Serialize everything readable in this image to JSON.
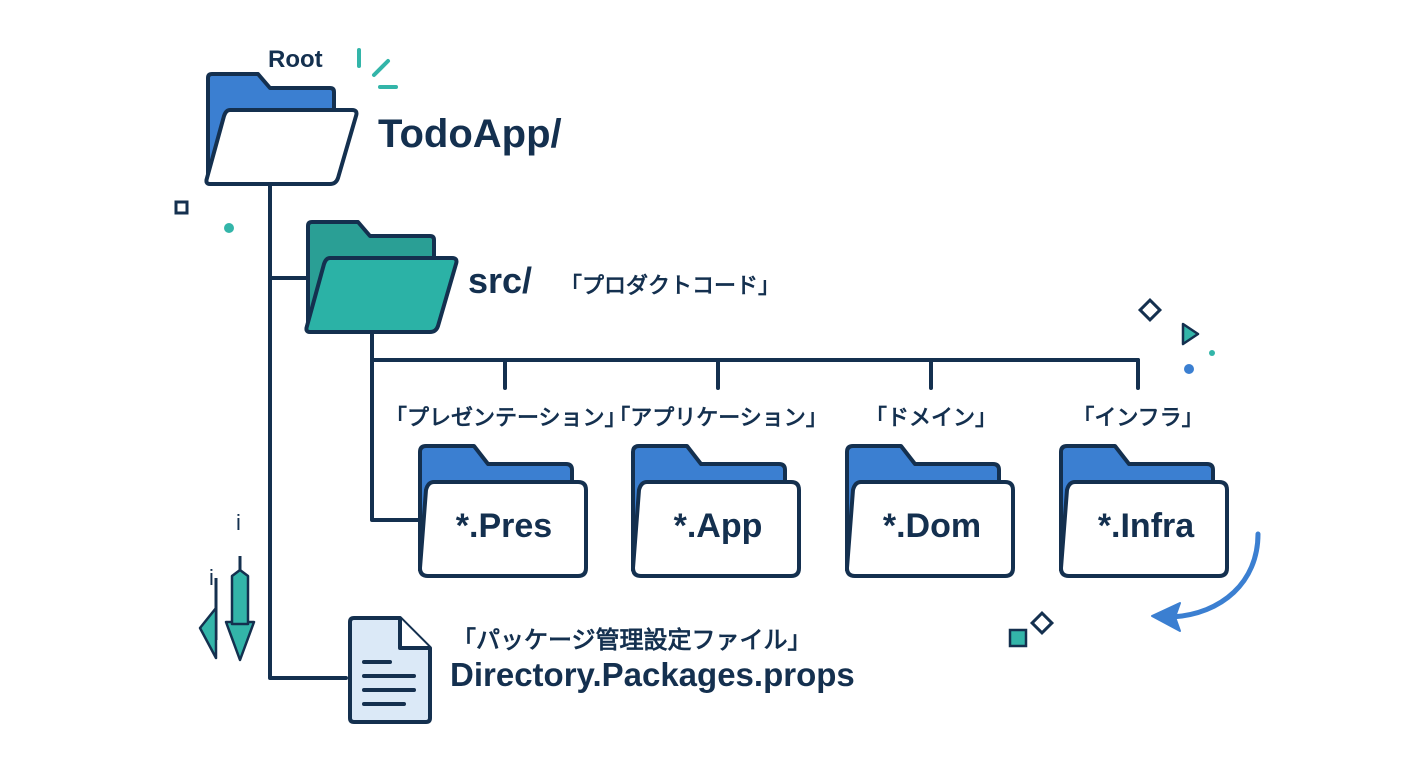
{
  "root": {
    "label": "Root",
    "name": "TodoApp/",
    "icon": "folder-open-icon"
  },
  "src": {
    "name": "src/",
    "description": "「プロダクトコード」",
    "icon": "folder-open-icon"
  },
  "layers": [
    {
      "description": "「プレゼンテーション」",
      "name": "*.Pres"
    },
    {
      "description": "「アプリケーション」",
      "name": "*.App"
    },
    {
      "description": "「ドメイン」",
      "name": "*.Dom"
    },
    {
      "description": "「インフラ」",
      "name": "*.Infra"
    }
  ],
  "file": {
    "description": "「パッケージ管理設定ファイル」",
    "name": "Directory.Packages.props",
    "icon": "document-icon"
  },
  "decor": {
    "glyph_i": "i"
  },
  "colors": {
    "outline": "#14304f",
    "folder_blue": "#3b7fd1",
    "folder_teal": "#2bb2a6",
    "folder_white": "#ffffff",
    "document_fill": "#dbe9f7",
    "accent_teal": "#33b5a9",
    "accent_blue": "#3b7fd1"
  }
}
